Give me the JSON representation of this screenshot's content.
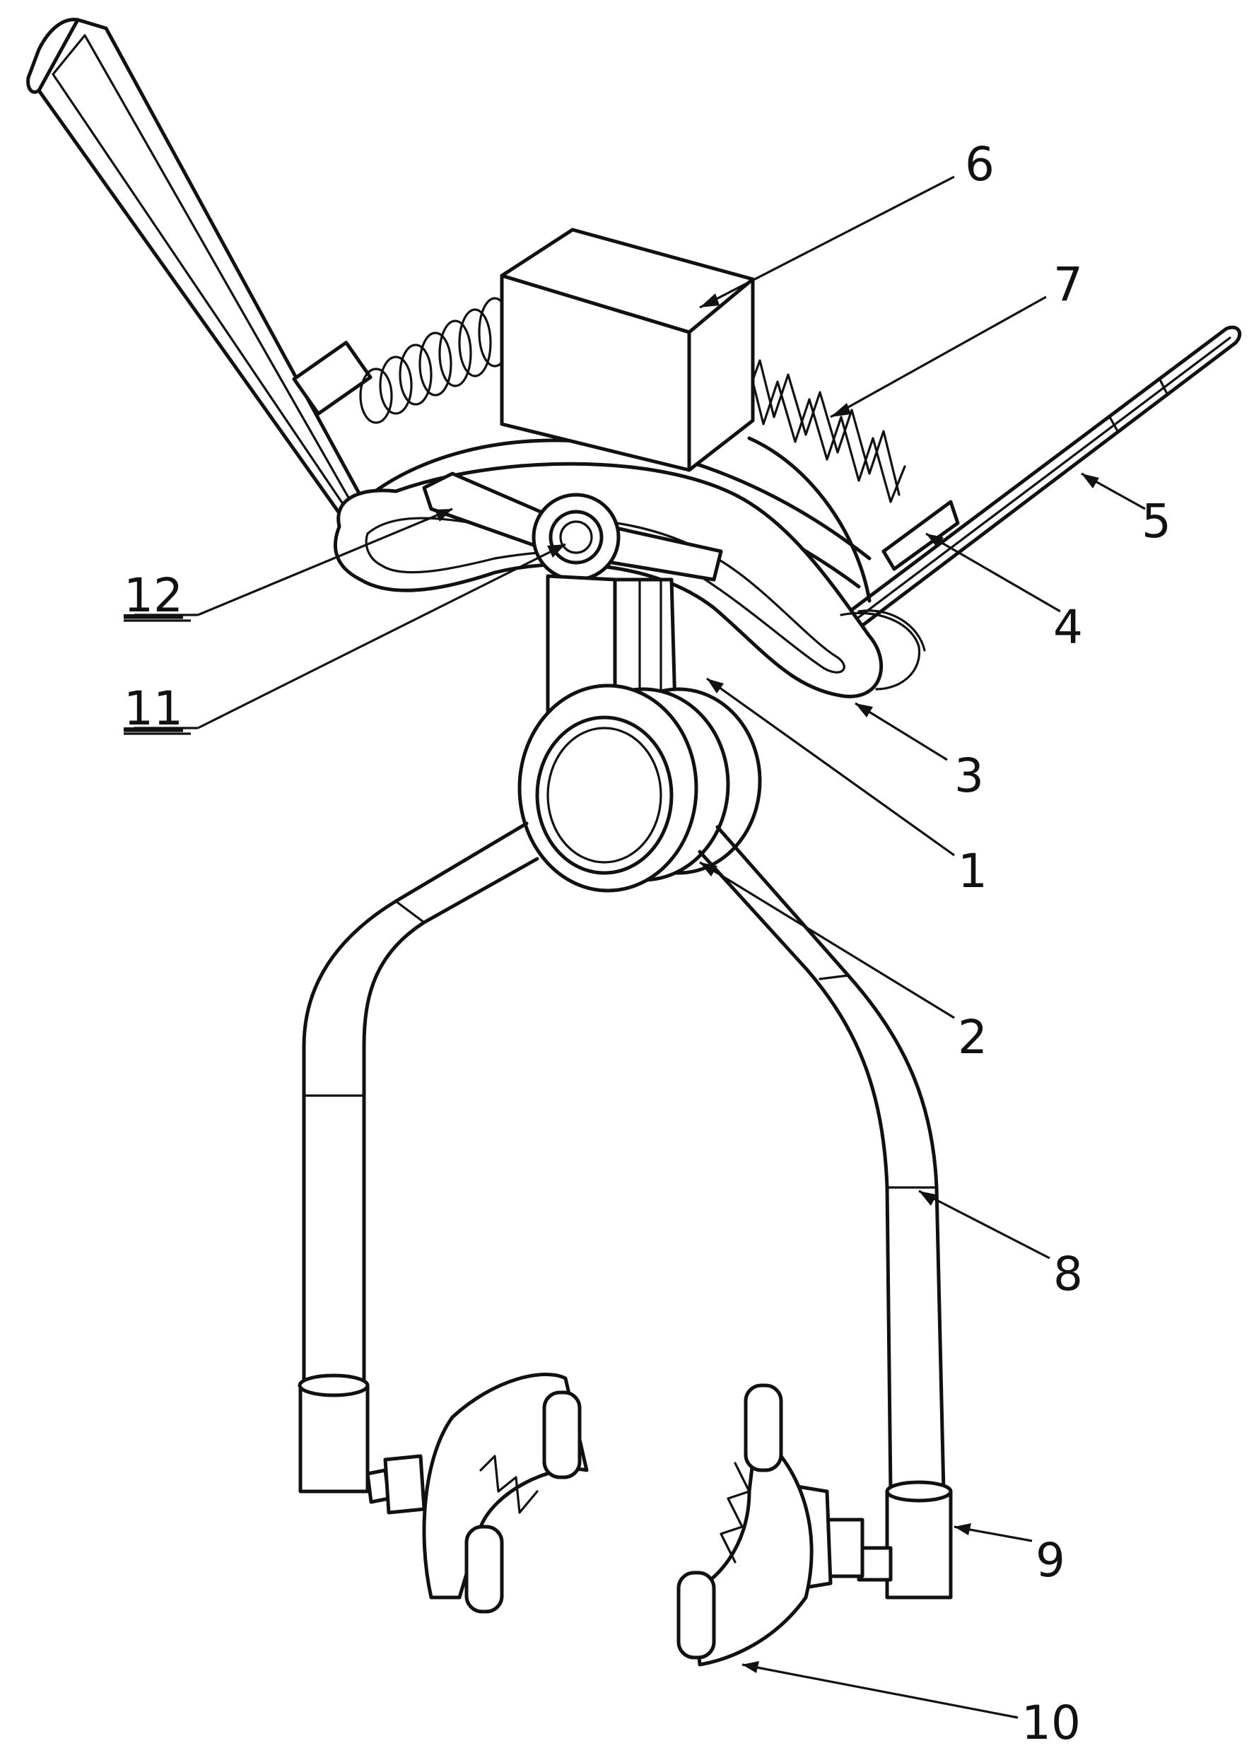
{
  "figure": {
    "callouts": [
      {
        "id": "label-6",
        "text": "6"
      },
      {
        "id": "label-7",
        "text": "7"
      },
      {
        "id": "label-5",
        "text": "5"
      },
      {
        "id": "label-4",
        "text": "4"
      },
      {
        "id": "label-3",
        "text": "3"
      },
      {
        "id": "label-1",
        "text": "1"
      },
      {
        "id": "label-2",
        "text": "2"
      },
      {
        "id": "label-12",
        "text": "12"
      },
      {
        "id": "label-11",
        "text": "11"
      },
      {
        "id": "label-8",
        "text": "8"
      },
      {
        "id": "label-9",
        "text": "9"
      },
      {
        "id": "label-10",
        "text": "10"
      }
    ]
  }
}
